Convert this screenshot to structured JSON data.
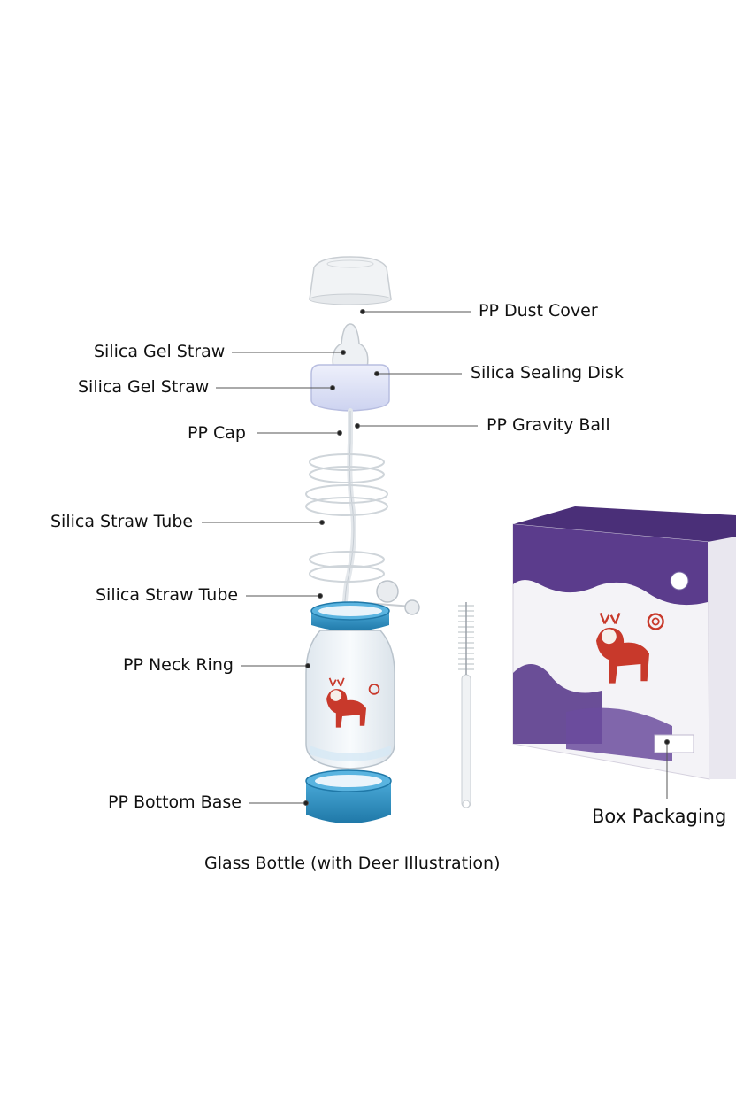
{
  "labels": {
    "dust_cover": "PP Dust Cover",
    "gel_straw_1": "Silica Gel Straw",
    "sealing_disk": "Silica Sealing Disk",
    "gel_straw_2": "Silica Gel Straw",
    "cap": "PP Cap",
    "gravity_ball": "PP Gravity Ball",
    "straw_tube_1": "Silica Straw Tube",
    "straw_tube_2": "Silica Straw Tube",
    "neck_ring": "PP Neck Ring",
    "bottom_base": "PP Bottom Base",
    "box_packaging": "Box Packaging"
  },
  "caption": "Glass Bottle (with Deer Illustration)",
  "colors": {
    "blue_ring": "#2f8fc0",
    "box_purple": "#5b3c8c",
    "deer_red": "#c8392b",
    "cap_lavender": "#dfe3f7"
  }
}
